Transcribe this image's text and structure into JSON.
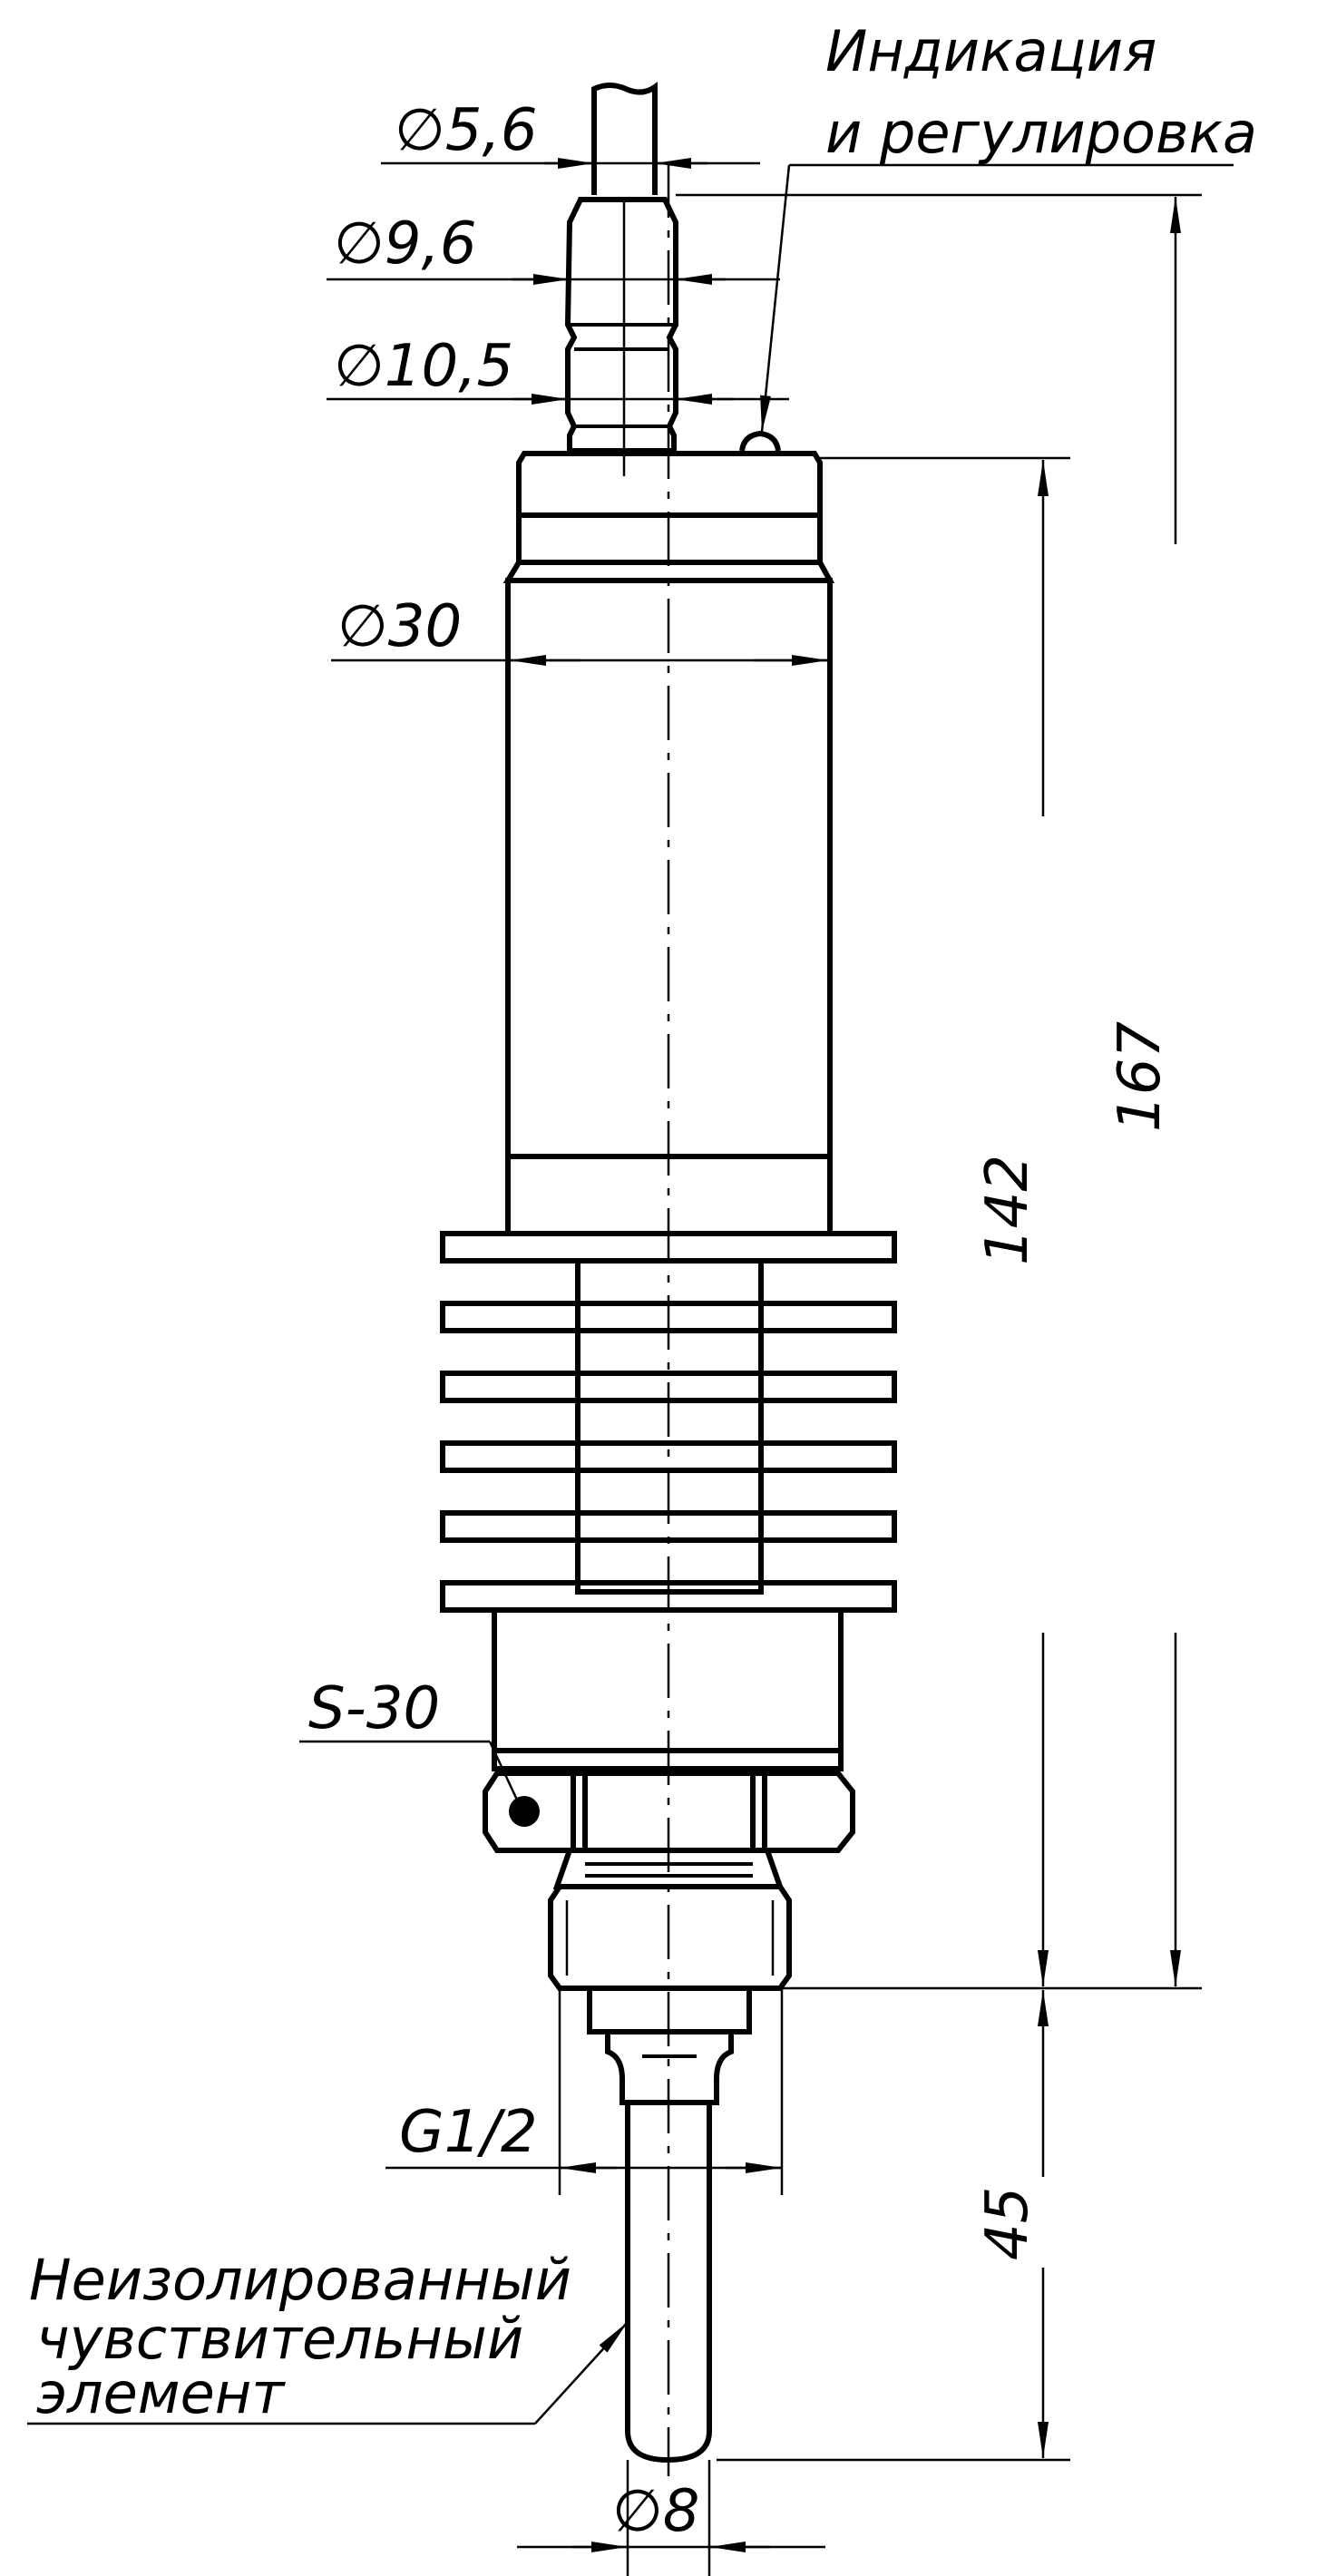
{
  "colors": {
    "ink": "#000000",
    "paper": "#ffffff"
  },
  "labels": {
    "indication_line1": "Индикация",
    "indication_line2": "и регулировка",
    "sensor_line1": "Неизолированный",
    "sensor_line2": "чувствительный",
    "sensor_line3": "элемент",
    "wrench": "S-30"
  },
  "dimensions": {
    "d_cable": "∅5,6",
    "d_gland": "∅9,6",
    "d_gland_base": "∅10,5",
    "d_body": "∅30",
    "thread": "G1/2",
    "d_probe": "∅8",
    "len_total": "167",
    "len_body": "142",
    "len_probe": "45"
  }
}
